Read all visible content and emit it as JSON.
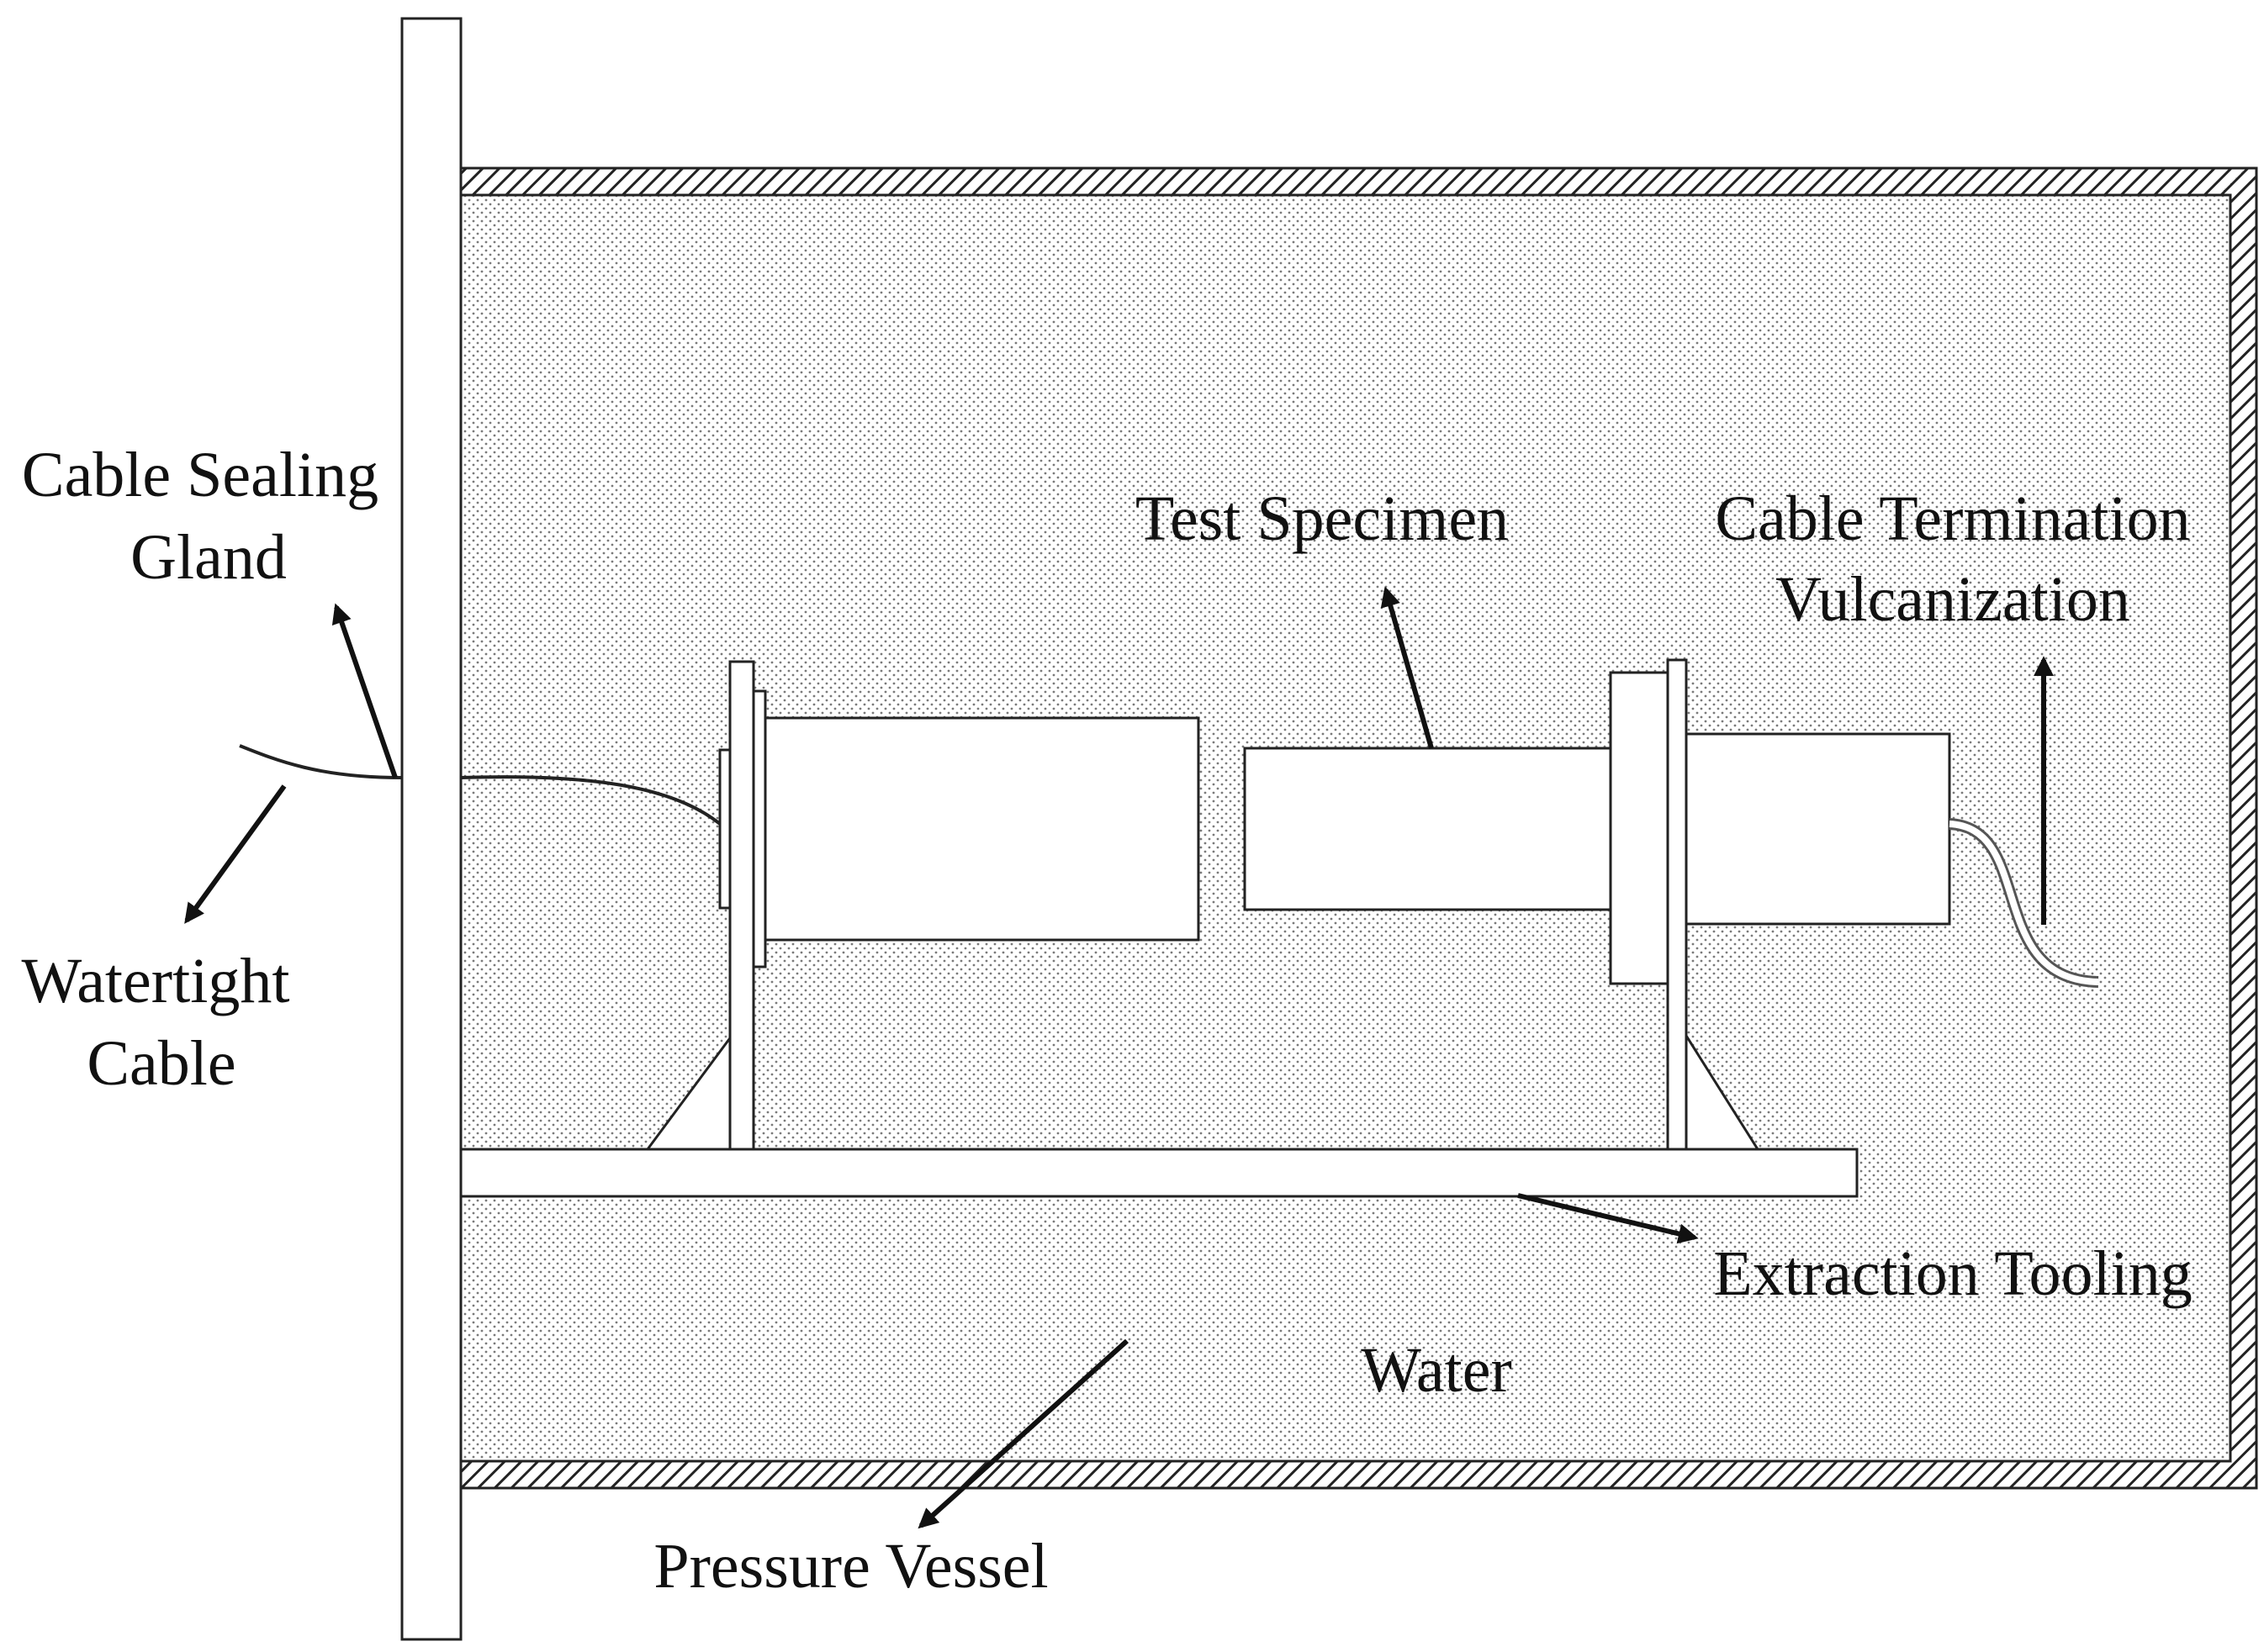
{
  "labels": {
    "cable_sealing_gland_line1": "Cable Sealing",
    "cable_sealing_gland_line2": "Gland",
    "watertight_cable_line1": "Watertight",
    "watertight_cable_line2": "Cable",
    "test_specimen": "Test Specimen",
    "cable_termination_line1": "Cable Termination",
    "cable_termination_line2": "Vulcanization",
    "extraction_tooling": "Extraction Tooling",
    "water": "Water",
    "pressure_vessel": "Pressure Vessel"
  },
  "colors": {
    "line": "#222222",
    "water_dot": "#7a7a7a",
    "fill": "#ffffff"
  }
}
